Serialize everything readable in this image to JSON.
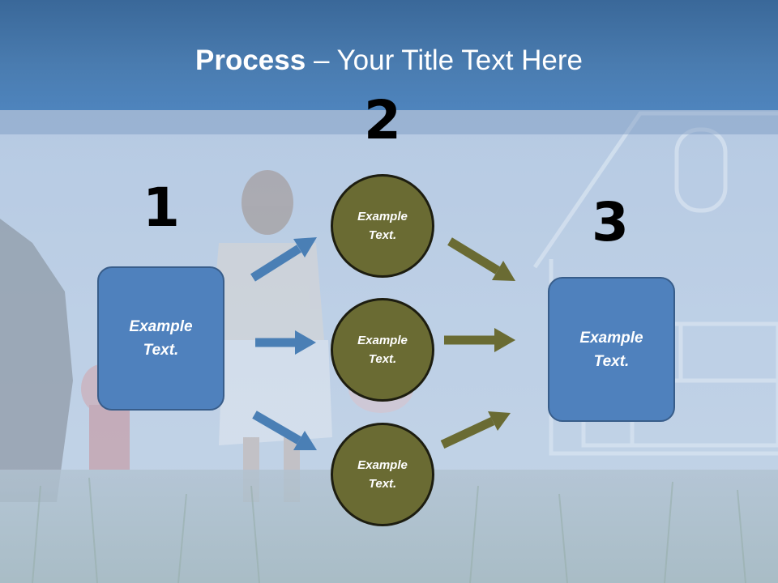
{
  "title": {
    "bold": "Process",
    "rest": " – Your Title Text Here"
  },
  "steps": [
    {
      "number": "1",
      "label": "Example\nText."
    },
    {
      "number": "2",
      "items": [
        "Example\nText.",
        "Example\nText.",
        "Example\nText."
      ]
    },
    {
      "number": "3",
      "label": "Example\nText."
    }
  ],
  "colors": {
    "title_bar": "#4a7cb0",
    "box_fill": "#4f81bd",
    "box_border": "#385d8a",
    "circle_fill": "#6a6b33",
    "blue_arrow": "#4a7fb5",
    "olive_arrow": "#6a6b33"
  },
  "background": "photo-family-walking-on-grass-with-house-outline"
}
